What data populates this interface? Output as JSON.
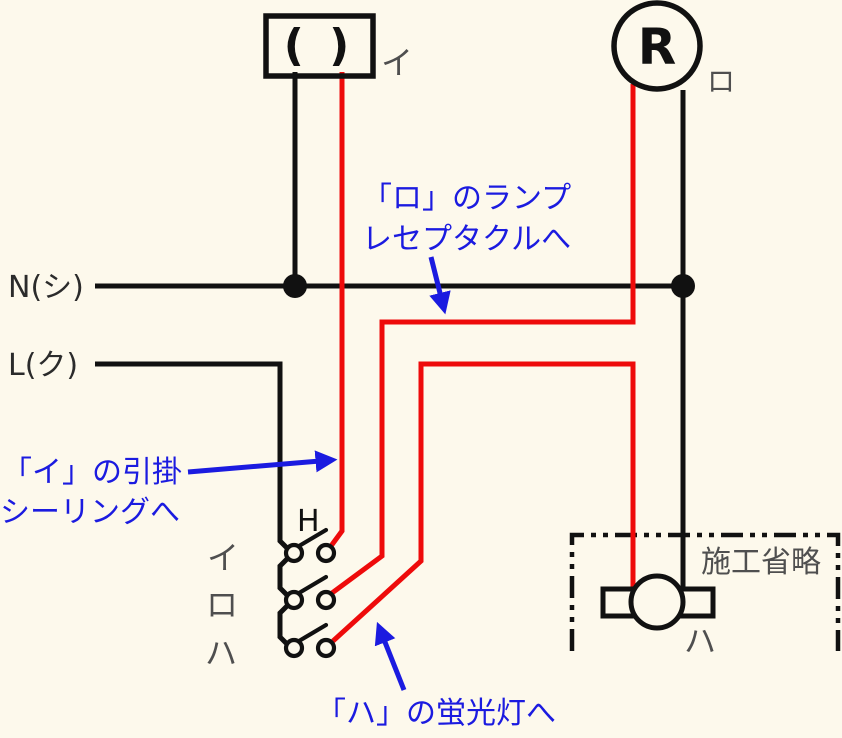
{
  "diagram_type": "wiring-diagram (複線図)",
  "colors": {
    "background": "#fdf9ec",
    "wire_black": "#111111",
    "wire_red": "#ee0b0b",
    "annotation_blue": "#1b1be0",
    "label_gray": "#4f4f4f"
  },
  "bus": {
    "neutral_label": "N(シ)",
    "live_label": "L(ク)"
  },
  "ceiling_light": {
    "symbol_text": "( )",
    "circuit_label": "イ"
  },
  "lamp_receptacle": {
    "symbol_text": "R",
    "circuit_label": "ロ"
  },
  "fluorescent_light": {
    "circuit_label": "ハ",
    "omission_label": "施工省略"
  },
  "switch_group": {
    "pilot_mark": "H",
    "switch_labels": [
      "イ",
      "ロ",
      "ハ"
    ]
  },
  "annotations": {
    "to_receptacle_line1": "「ロ」のランプ",
    "to_receptacle_line2": "レセプタクルへ",
    "to_ceiling_line1": "「イ」の引掛",
    "to_ceiling_line2": "シーリングへ",
    "to_fluorescent": "「ハ」の蛍光灯へ"
  }
}
